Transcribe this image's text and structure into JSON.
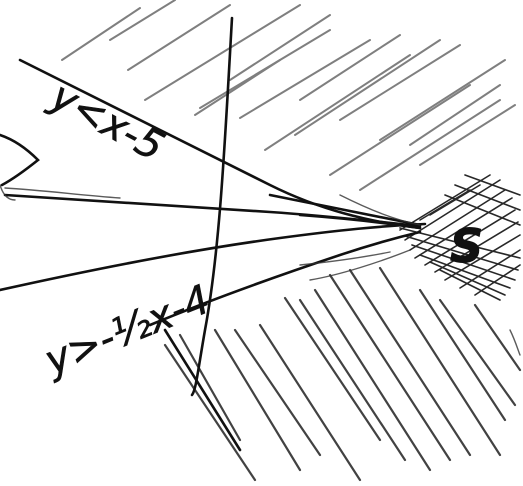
{
  "drawing": {
    "inequalities": [
      {
        "text": "y<x-5"
      },
      {
        "text": "y>-½x-4"
      }
    ],
    "solution_label": "S",
    "colors": {
      "ink": "#111111",
      "shading": "#555555",
      "background": "#ffffff"
    }
  }
}
